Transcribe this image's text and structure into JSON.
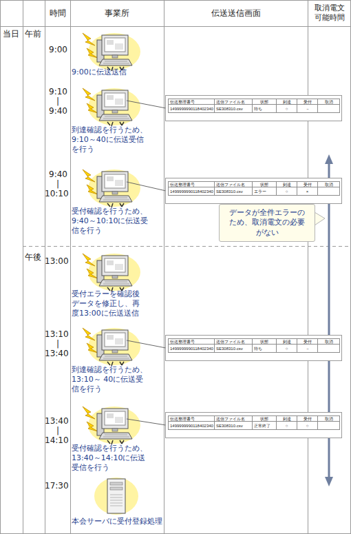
{
  "diagram": {
    "nodes": [
      {
        "text": [
          "伝送整理番号",
          "送信ファイル名",
          "状態",
          "到達",
          "受付",
          "取消",
          "1499999990118402340",
          "SE308310.csv",
          "待ち",
          "○",
          "－"
        ]
      },
      {
        "text": [
          "伝送整理番号",
          "送信ファイル名",
          "状態",
          "到達",
          "受付",
          "取消",
          "1499999990118402340",
          "SE308310.csv",
          "エラー",
          "○",
          "×"
        ]
      },
      {
        "text": [
          "データが全件エラーのため、取消電文の必要がない"
        ]
      },
      {
        "text": [
          "伝送整理番号",
          "送信ファイル名",
          "状態",
          "到達",
          "受付",
          "取消",
          "1499999990118402340",
          "SE308310.csv",
          "待ち",
          "○",
          "－"
        ]
      },
      {
        "text": [
          "伝送整理番号",
          "送信ファイル名",
          "状態",
          "到達",
          "受付",
          "取消",
          "1499999990118402340",
          "SE308310.csv",
          "正常終了",
          "○",
          "○"
        ]
      }
    ],
    "labels": [
      "時間",
      "事業所",
      "伝送送信画面",
      "取消電文 可能時間",
      "当日",
      "午前",
      "9:00",
      "9:00に伝送送信",
      "9:10",
      "|",
      "9:40",
      "到達確認を行うため、9:10～40に伝送受信を行う",
      "9:40",
      "|",
      "10:10",
      "受付確認を行うため、9:40～10:10に伝送受信を行う",
      "午後",
      "13:00",
      "受付エラーを確認後データを修正し、再度13:00に伝送送信",
      "13:10",
      "|",
      "13:40",
      "到達確認を行うため、13:10～ 40に伝送受信を行う",
      "13:40",
      "|",
      "14:10",
      "受付確認を行うため、13:40～14:10に伝送受信を行う",
      "17:30",
      "本会サーバに受付登録処理"
    ]
  }
}
